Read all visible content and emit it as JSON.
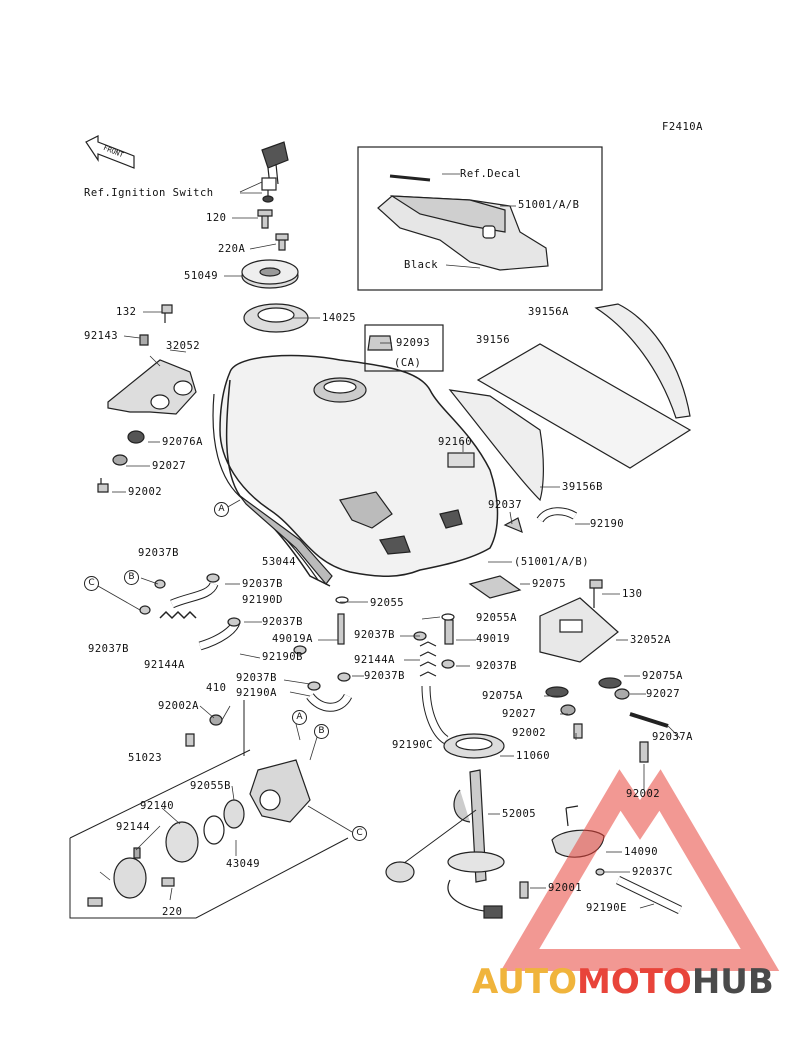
{
  "figure_code": "F2410A",
  "front_label": "FRONT",
  "watermark": {
    "part1": "AUTO",
    "part2": "MOTO",
    "part3": "HUB"
  },
  "circle_labels": {
    "a1": "A",
    "a2": "A",
    "b1": "B",
    "b2": "B",
    "c1": "C",
    "c2": "C"
  },
  "labels": {
    "ref_ignition": "Ref.Ignition Switch",
    "p120": "120",
    "p220a": "220A",
    "p51049": "51049",
    "p14025": "14025",
    "p132": "132",
    "p92143": "92143",
    "p32052": "32052",
    "p92076a": "92076A",
    "p92027a": "92027",
    "p92002a": "92002",
    "ref_decal": "Ref.Decal",
    "p51001ab": "51001/A/B",
    "black": "Black",
    "p39156a": "39156A",
    "p39156": "39156",
    "p92093": "92093",
    "ca": "(CA)",
    "p92160": "92160",
    "p39156b": "39156B",
    "p92037": "92037",
    "p92190": "92190",
    "p51001ab_paren": "(51001/A/B)",
    "p92075": "92075",
    "p130": "130",
    "p53044": "53044",
    "p92055": "92055",
    "p92037b_1": "92037B",
    "p92037b_2": "92037B",
    "p92190d": "92190D",
    "p92037b_3": "92037B",
    "p92037b_4": "92037B",
    "p92144a_1": "92144A",
    "p92190b": "92190B",
    "p49019a": "49019A",
    "p92037b_5": "92037B",
    "p92055a": "92055A",
    "p49019": "49019",
    "p92144a_2": "92144A",
    "p92037b_6": "92037B",
    "p92037b_7": "92037B",
    "p92037b_8": "92037B",
    "p92190a": "92190A",
    "p92190c": "92190C",
    "p32052a": "32052A",
    "p92075a_1": "92075A",
    "p92075a_2": "92075A",
    "p92027_b": "92027",
    "p92027_c": "92027",
    "p92002_b": "92002",
    "p92037a": "92037A",
    "p92002_c": "92002",
    "p410": "410",
    "p92002a_b": "92002A",
    "p51023": "51023",
    "p92055b": "92055B",
    "p92140": "92140",
    "p92144": "92144",
    "p43049": "43049",
    "p220": "220",
    "p11060": "11060",
    "p52005": "52005",
    "p92001": "92001",
    "p14090": "14090",
    "p92037c": "92037C",
    "p92190e": "92190E"
  }
}
